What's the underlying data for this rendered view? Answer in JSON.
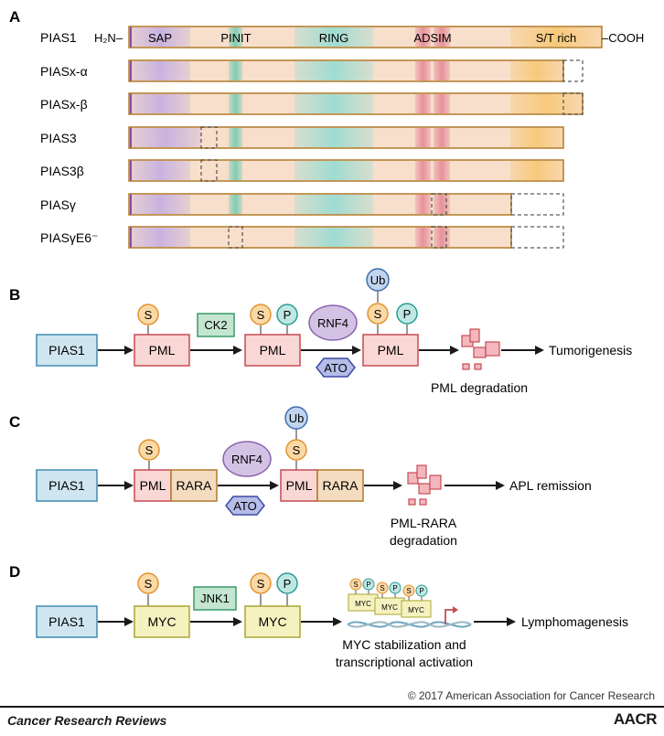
{
  "panelA": {
    "letter": "A",
    "proteins": [
      {
        "name": "PIAS1"
      },
      {
        "name": "PIASx-α"
      },
      {
        "name": "PIASx-β"
      },
      {
        "name": "PIAS3"
      },
      {
        "name": "PIAS3β"
      },
      {
        "name": "PIASγ"
      },
      {
        "name": "PIASγE6⁻"
      }
    ],
    "n_term": "H₂N–",
    "c_term": "–COOH",
    "domains": [
      "SAP",
      "PINIT",
      "RING",
      "ADSIM",
      "S/T rich"
    ],
    "colors": {
      "sap": "#c9b3df",
      "pinit": "#7fcdb4",
      "ring": "#9fdcd2",
      "sim": "#e7909c",
      "st": "#f8c97b",
      "body": "#f7dfcb",
      "outline": "#b07a2a"
    }
  },
  "panelB": {
    "letter": "B",
    "pias1": "PIAS1",
    "pml": "PML",
    "ck2": "CK2",
    "rnf4": "RNF4",
    "ato": "ATO",
    "s": "S",
    "p": "P",
    "ub": "Ub",
    "degradation": "PML degradation",
    "outcome": "Tumorigenesis"
  },
  "panelC": {
    "letter": "C",
    "pias1": "PIAS1",
    "pml": "PML",
    "rara": "RARA",
    "rnf4": "RNF4",
    "ato": "ATO",
    "s": "S",
    "ub": "Ub",
    "degradation_line1": "PML-RARA",
    "degradation_line2": "degradation",
    "outcome": "APL remission"
  },
  "panelD": {
    "letter": "D",
    "pias1": "PIAS1",
    "myc": "MYC",
    "jnk1": "JNK1",
    "s": "S",
    "p": "P",
    "stab_line1": "MYC stabilization and",
    "stab_line2": "transcriptional activation",
    "outcome": "Lymphomagenesis"
  },
  "footer": {
    "copyright": "© 2017 American Association for Cancer Research",
    "journal": "Cancer Research Reviews",
    "logo": "AACR"
  }
}
